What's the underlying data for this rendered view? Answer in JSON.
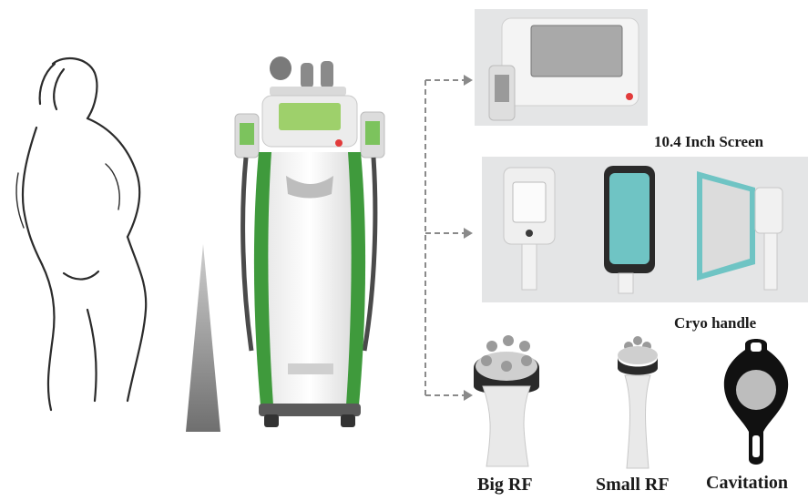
{
  "labels": {
    "screen": "10.4 Inch Screen",
    "cryo": "Cryo handle",
    "big_rf": "Big RF",
    "small_rf": "Small RF",
    "cavitation": "Cavitation"
  },
  "icons": {
    "body": "body-silhouette-sketch",
    "triangle": "gradient-triangle",
    "machine": "cryolipolysis-machine",
    "arrow": "dashed-arrow-icon"
  },
  "colors": {
    "accent_green": "#3f9a3c",
    "panel_gray": "#e4e5e6",
    "cryo_teal": "#6fc4c4",
    "text": "#1a1a1a"
  }
}
